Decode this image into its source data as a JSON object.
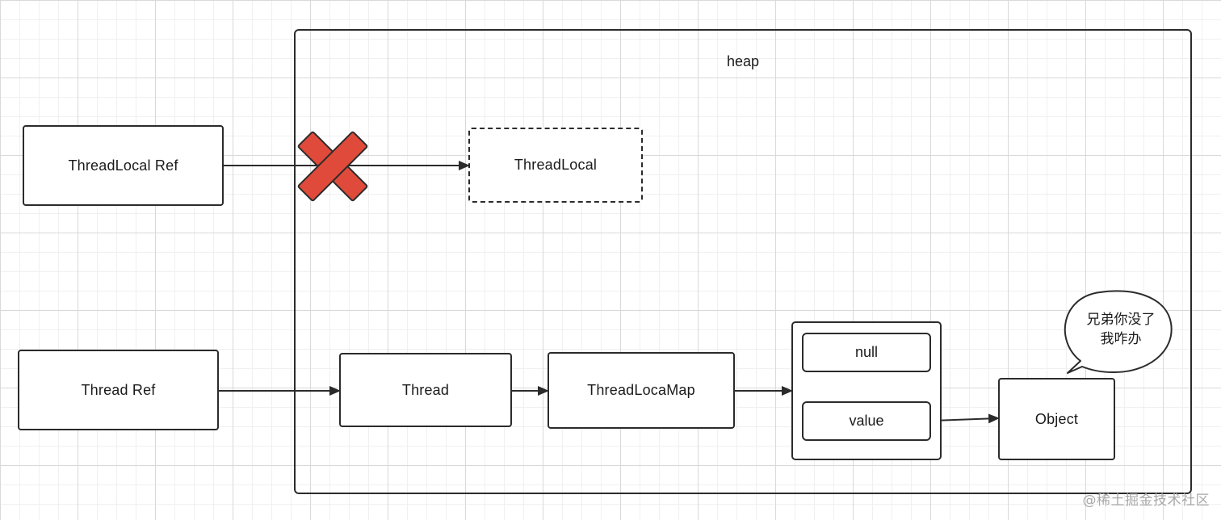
{
  "heap": {
    "label": "heap"
  },
  "nodes": {
    "threadlocal_ref": "ThreadLocal Ref",
    "threadlocal": "ThreadLocal",
    "thread_ref": "Thread Ref",
    "thread": "Thread",
    "threadlocamap": "ThreadLocaMap",
    "entry_key": "null",
    "entry_value": "value",
    "object": "Object"
  },
  "bubble": {
    "line1": "兄弟你没了",
    "line2": "我咋办"
  },
  "watermark": "@稀土掘金技术社区",
  "colors": {
    "cross": "#e04a3a",
    "stroke": "#2b2b2b"
  }
}
